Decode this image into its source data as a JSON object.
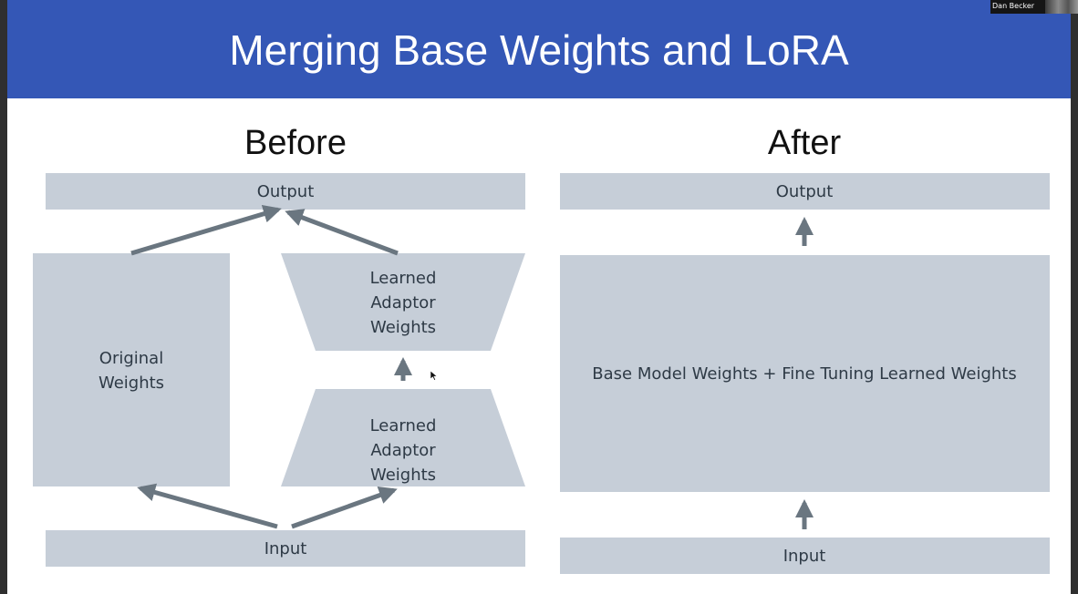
{
  "slide": {
    "title": "Merging Base Weights and LoRA",
    "colors": {
      "title_bar": "#3457b6",
      "box_fill": "#c6ced8",
      "arrow": "#6a7680",
      "label_text": "#2e3a46"
    }
  },
  "before": {
    "heading": "Before",
    "output_label": "Output",
    "input_label": "Input",
    "original_weights_label": [
      "Original",
      "Weights"
    ],
    "adaptor_top_label": [
      "Learned",
      "Adaptor",
      "Weights"
    ],
    "adaptor_bottom_label": [
      "Learned",
      "Adaptor",
      "Weights"
    ]
  },
  "after": {
    "heading": "After",
    "output_label": "Output",
    "merged_label": "Base Model Weights + Fine Tuning Learned Weights",
    "input_label": "Input"
  },
  "participant": {
    "name": "Dan Becker"
  }
}
